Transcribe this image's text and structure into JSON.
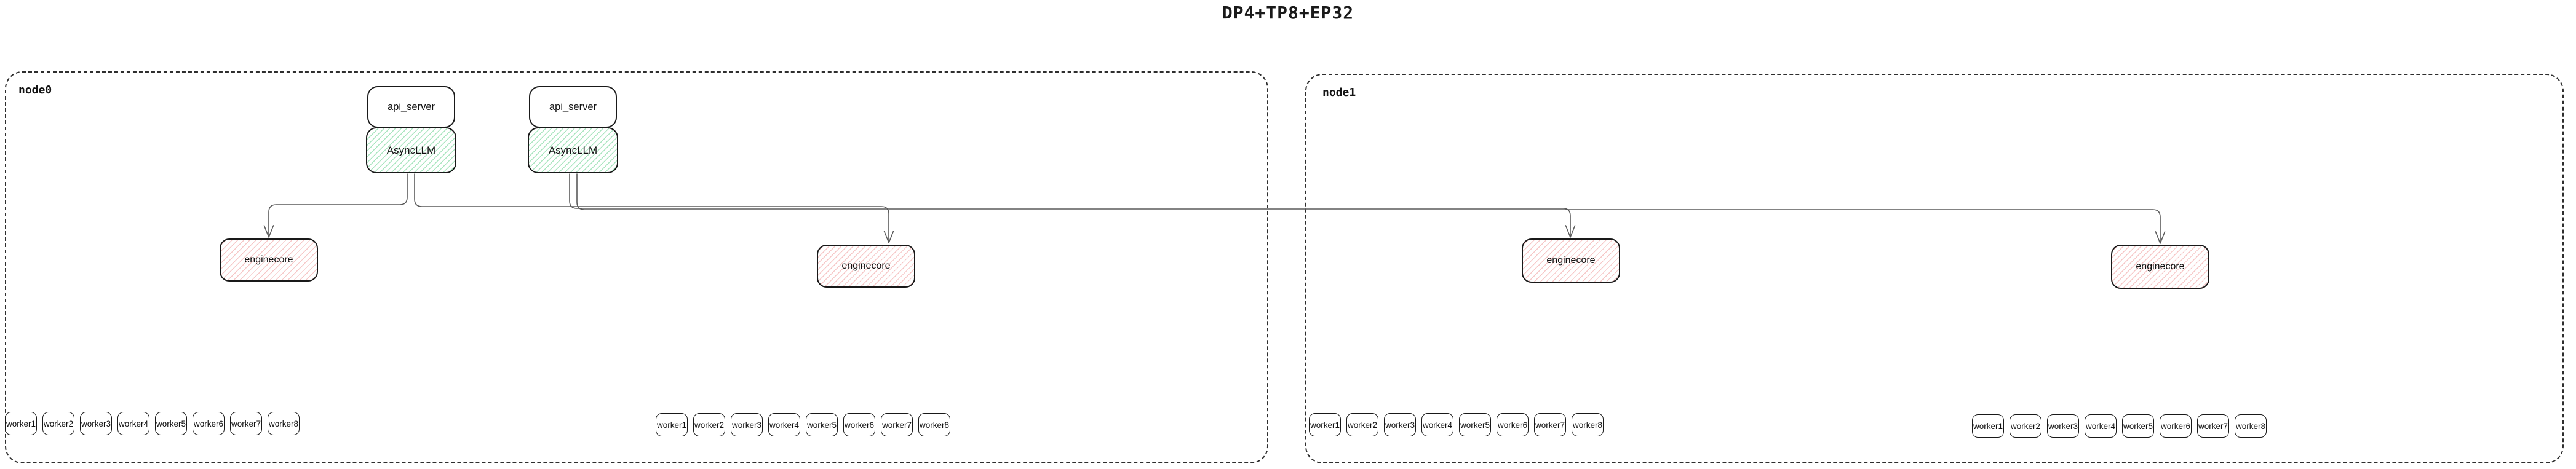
{
  "title": "DP4+TP8+EP32",
  "colors": {
    "canvas_background": "#ffffff",
    "box_border": "#191919",
    "node_dashed_border": "#2e2e2e",
    "asyncllm_hatch_green": "#62d08a",
    "enginecore_hatch_red": "#ec8282",
    "edge_line": "#5a5a5a"
  },
  "nodes": [
    {
      "label": "node0",
      "api_pairs": [
        {
          "api_server": "api_server",
          "asyncllm": "AsyncLLM"
        },
        {
          "api_server": "api_server",
          "asyncllm": "AsyncLLM"
        }
      ],
      "enginecores": [
        "enginecore",
        "enginecore"
      ],
      "worker_groups": [
        [
          "worker1",
          "worker2",
          "worker3",
          "worker4",
          "worker5",
          "worker6",
          "worker7",
          "worker8"
        ],
        [
          "worker1",
          "worker2",
          "worker3",
          "worker4",
          "worker5",
          "worker6",
          "worker7",
          "worker8"
        ]
      ]
    },
    {
      "label": "node1",
      "api_pairs": [],
      "enginecores": [
        "enginecore",
        "enginecore"
      ],
      "worker_groups": [
        [
          "worker1",
          "worker2",
          "worker3",
          "worker4",
          "worker5",
          "worker6",
          "worker7",
          "worker8"
        ],
        [
          "worker1",
          "worker2",
          "worker3",
          "worker4",
          "worker5",
          "worker6",
          "worker7",
          "worker8"
        ]
      ]
    }
  ],
  "edges": [
    {
      "from": "node0/AsyncLLM-1",
      "to": "node0/enginecore-1"
    },
    {
      "from": "node0/AsyncLLM-1",
      "to": "node0/enginecore-2"
    },
    {
      "from": "node0/AsyncLLM-2",
      "to": "node1/enginecore-1"
    },
    {
      "from": "node0/AsyncLLM-2",
      "to": "node1/enginecore-2"
    }
  ]
}
